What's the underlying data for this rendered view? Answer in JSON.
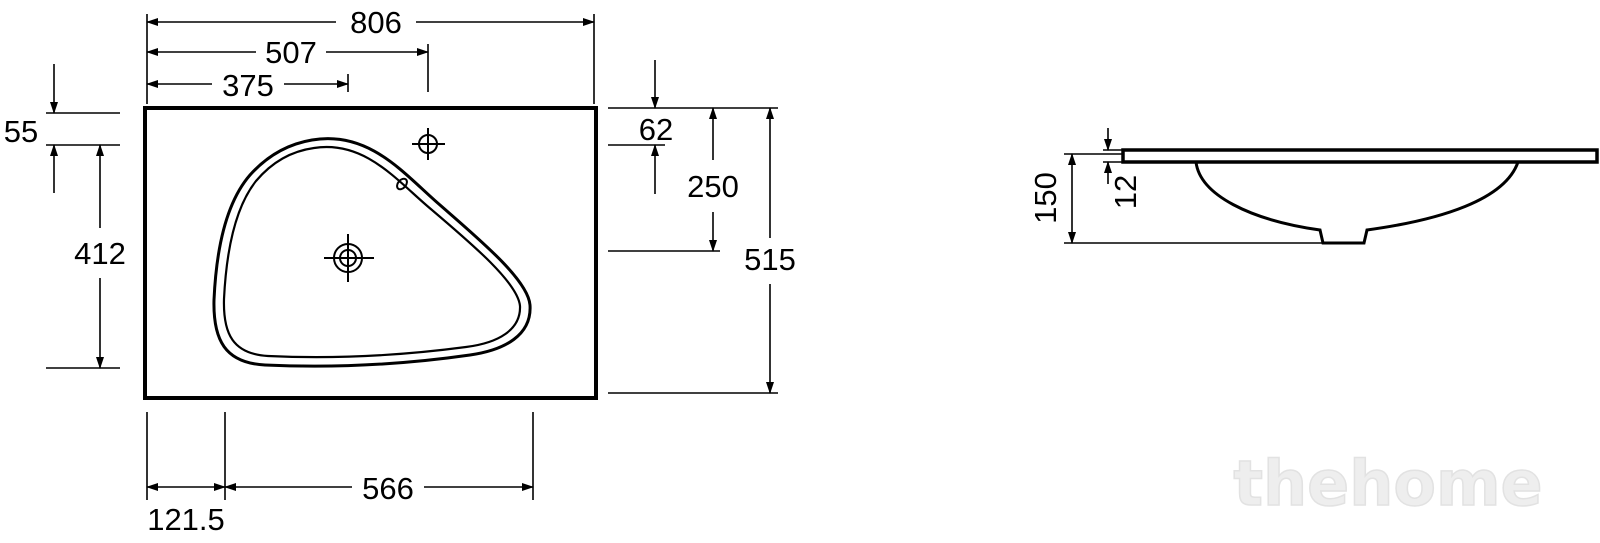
{
  "top_view": {
    "width_total": "806",
    "width_to_tap": "507",
    "width_to_drain": "375",
    "depth_front_offset": "55",
    "depth_drain": "412",
    "tap_from_back": "62",
    "drain_from_back": "250",
    "depth_total": "515",
    "bowl_offset_left": "121.5",
    "bowl_width": "566"
  },
  "side_view": {
    "bowl_height": "150",
    "rim_thickness": "12"
  },
  "watermark": "thehome"
}
